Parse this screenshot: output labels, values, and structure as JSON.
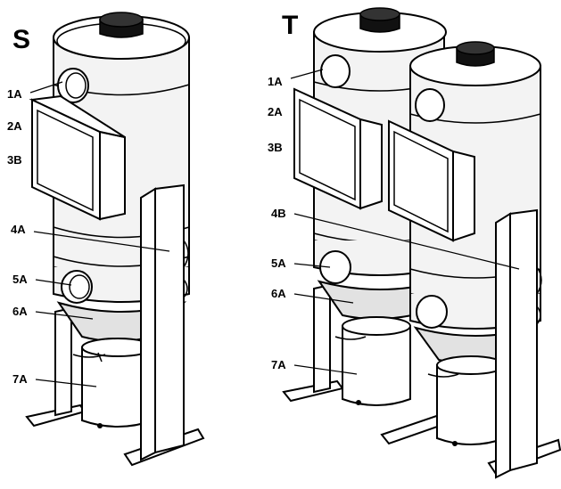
{
  "variants": [
    {
      "id": "S",
      "title": "S",
      "labels": [
        "1A",
        "2A",
        "3B",
        "4A",
        "5A",
        "6A",
        "7A"
      ]
    },
    {
      "id": "T",
      "title": "T",
      "labels": [
        "1A",
        "2A",
        "3B",
        "4B",
        "5A",
        "6A",
        "7A"
      ]
    }
  ]
}
